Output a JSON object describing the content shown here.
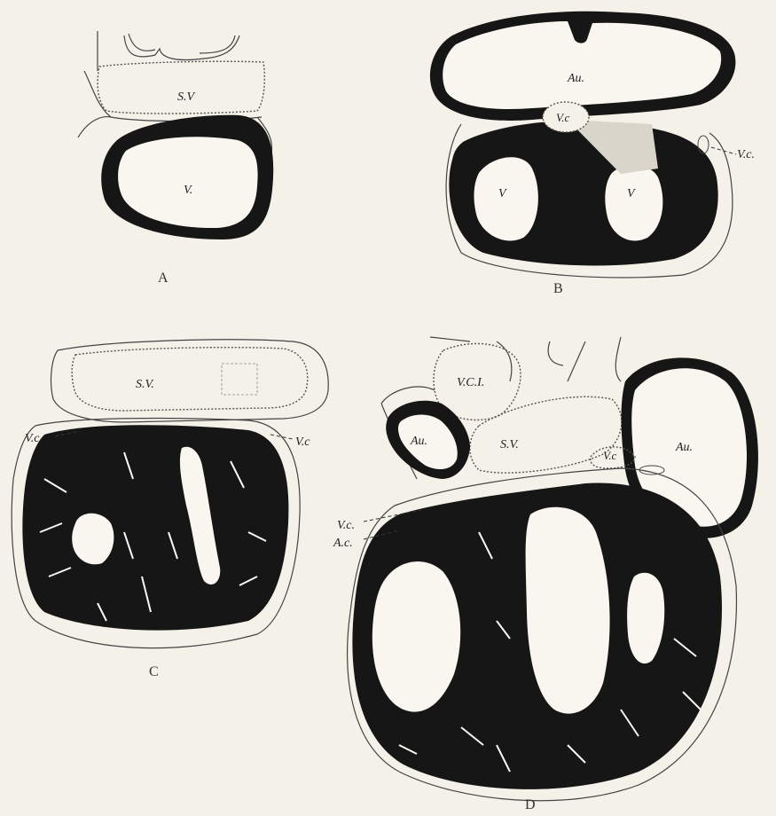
{
  "panels": {
    "a": {
      "caption": "A",
      "labels": {
        "sinus_venosus": "S.V",
        "ventricle": "V."
      }
    },
    "b": {
      "caption": "B",
      "labels": {
        "auricle": "Au.",
        "valve_inner": "V.c",
        "valve_outer": "V.c.",
        "ventricle_left": "V",
        "ventricle_right": "V"
      }
    },
    "c": {
      "caption": "C",
      "labels": {
        "sinus_venosus": "S.V.",
        "valve_left": "V.c",
        "valve_right": "V.c"
      }
    },
    "d": {
      "caption": "D",
      "labels": {
        "vena_cava": "V.C.I.",
        "auricle_left": "Au.",
        "sinus_venosus": "S.V.",
        "valve_top": "V.c",
        "auricle_right": "Au.",
        "valve_side": "V.c.",
        "ac": "A.c."
      }
    }
  },
  "colors": {
    "paper": "#f4f1e8",
    "ink": "#161616"
  }
}
